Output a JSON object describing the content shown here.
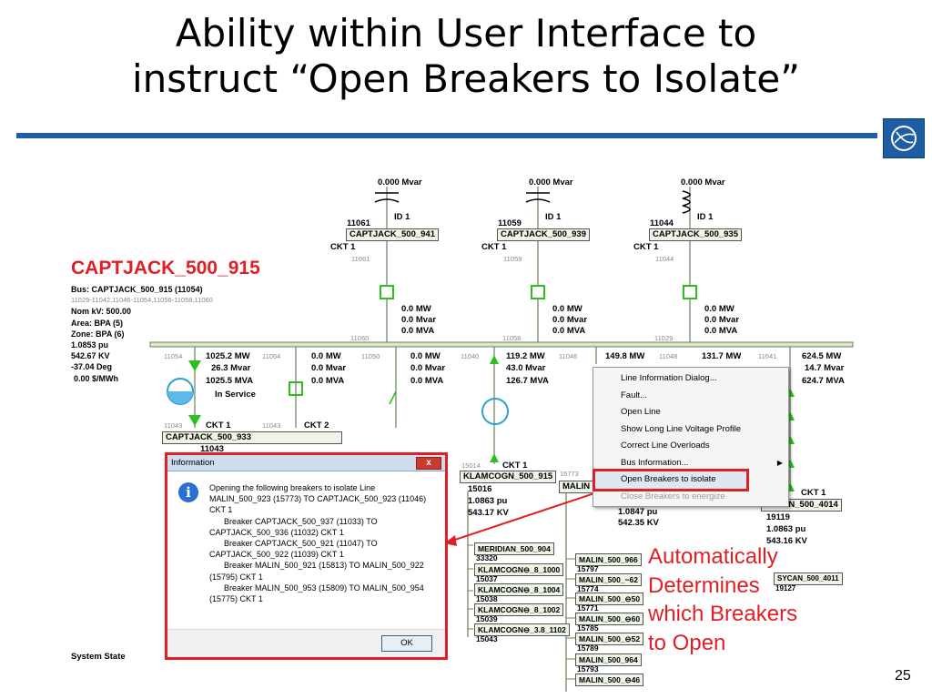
{
  "slide": {
    "title_line1": "Ability within User Interface to",
    "title_line2": "instruct “Open Breakers to Isolate”",
    "page_number": "25",
    "logo_icon": "globe-logo-icon",
    "accent_color": "#1f5fa8",
    "highlight_color": "#e01f24"
  },
  "bus_info": {
    "name": "CAPTJACK_500_915",
    "bus": "Bus: CAPTJACK_500_915 (11054)",
    "ranges": "11029-11042,11046-11054,11056-11058,11060",
    "nom_kv": "Nom kV: 500.00",
    "area": "Area: BPA (5)",
    "zone": "Zone: BPA (6)",
    "pu": "1.0853 pu",
    "kv": "542.67 KV",
    "deg": "-37.04 Deg",
    "mwh": "0.00 $/MWh"
  },
  "shunts": [
    {
      "mvar": "0.000 Mvar",
      "id": "ID 1",
      "bus_num": "11061",
      "bus_box": "CAPTJACK_500_941",
      "ckt": "CKT 1",
      "sub": "11061",
      "mw": "0.0 MW",
      "mvar2": "0.0 Mvar",
      "mva": "0.0 MVA",
      "icon": "capacitor-icon"
    },
    {
      "mvar": "0.000 Mvar",
      "id": "ID 1",
      "bus_num": "11059",
      "bus_box": "CAPTJACK_500_939",
      "ckt": "CKT 1",
      "sub": "11059",
      "mw": "0.0 MW",
      "mvar2": "0.0 Mvar",
      "mva": "0.0 MVA",
      "icon": "capacitor-icon"
    },
    {
      "mvar": "0.000 Mvar",
      "id": "ID 1",
      "bus_num": "11044",
      "bus_box": "CAPTJACK_500_935",
      "ckt": "CKT 1",
      "sub": "11044",
      "mw": "0.0 MW",
      "mvar2": "0.0 Mvar",
      "mva": "0.0 MVA",
      "icon": "reactor-icon"
    }
  ],
  "bus_numbers": [
    "11060",
    "11058",
    "11029"
  ],
  "branches": [
    {
      "num": "11054",
      "mw": "1025.2 MW",
      "mvar": "26.3 Mvar",
      "mva": "1025.5 MVA",
      "status": "In Service",
      "num2": "11054"
    },
    {
      "num": "",
      "mw": "0.0 MW",
      "mvar": "0.0 Mvar",
      "mva": "0.0 MVA",
      "num2": "11050"
    },
    {
      "num": "",
      "mw": "0.0 MW",
      "mvar": "0.0 Mvar",
      "mva": "0.0 MVA",
      "num2": "11040"
    },
    {
      "num": "",
      "mw": "119.2 MW",
      "mvar": "43.0 Mvar",
      "mva": "126.7 MVA",
      "num2": "11046"
    },
    {
      "num": "",
      "mw": "149.8 MW",
      "mvar": "",
      "mva": "",
      "num2": "11048"
    },
    {
      "num": "",
      "mw": "131.7 MW",
      "mvar": "",
      "mva": "",
      "num2": "11041"
    },
    {
      "num": "",
      "mw": "624.5 MW",
      "mvar": "14.7 Mvar",
      "mva": "624.7 MVA",
      "num2": ""
    }
  ],
  "lower": {
    "ckt1_a": "CKT 1",
    "ckt2": "CKT 2",
    "num_11043": "11043",
    "num_11043b": "11043",
    "captjack_933": "CAPTJACK_500_933",
    "num_11043c": "11043",
    "num_15014": "15014",
    "ckt1_b": "CKT 1",
    "klamcogn_915": "KLAMCOGN_500_915",
    "klam_num": "15016",
    "klam_pu": "1.0863 pu",
    "klam_kv": "543.17 KV",
    "num_15773": "15773",
    "malin_box": "MALIN",
    "malin_pu": "1.0847 pu",
    "malin_kv": "542.35 KV",
    "ckt1_c": "CKT 1",
    "sycan": "SYCAN_500_4014",
    "sycan_num": "19119",
    "sycan_pu": "1.0863 pu",
    "sycan_kv": "543.16 KV",
    "sycan_4011": "SYCAN_500_4011",
    "sycan_4011_num": "19127",
    "system_state": "System State"
  },
  "left_list": [
    {
      "label": "MERIDIAN_500_904",
      "num": "33320"
    },
    {
      "label": "KLAMCOGN⊖_8_1000",
      "num": "15037"
    },
    {
      "label": "KLAMCOGN⊖_8_1004",
      "num": "15038"
    },
    {
      "label": "KLAMCOGN⊖_8_1002",
      "num": "15039"
    },
    {
      "label": "KLAMCOGN⊖_3.8_1102",
      "num": "15043"
    }
  ],
  "right_list": [
    {
      "label": "MALIN_500_966",
      "num": "15797"
    },
    {
      "label": "MALIN_500_−62",
      "num": "15774"
    },
    {
      "label": "MALIN_500_⊖50",
      "num": "15771"
    },
    {
      "label": "MALIN_500_⊖60",
      "num": "15785"
    },
    {
      "label": "MALIN_500_⊖52",
      "num": "15789"
    },
    {
      "label": "MALIN_500_964",
      "num": "15793"
    },
    {
      "label": "MALIN_500_⊖46",
      "num": ""
    }
  ],
  "dialog": {
    "title": "Information",
    "close_label": "x",
    "lines": [
      "Opening the following breakers to isolate Line",
      "MALIN_500_923 (15773)  TO  CAPTJACK_500_923 (11046)",
      "CKT 1",
      "Breaker CAPTJACK_500_937 (11033)  TO",
      "CAPTJACK_500_936 (11032) CKT 1",
      "Breaker CAPTJACK_500_921 (11047)  TO",
      "CAPTJACK_500_922 (11039) CKT 1",
      "Breaker MALIN_500_921 (15813)  TO  MALIN_500_922",
      "(15795) CKT 1",
      "Breaker MALIN_500_953 (15809)  TO  MALIN_500_954",
      "(15775) CKT 1"
    ],
    "ok_label": "OK"
  },
  "context_menu": {
    "items": [
      {
        "label": "Line Information Dialog..."
      },
      {
        "label": "Fault..."
      },
      {
        "label": "Open Line"
      },
      {
        "label": "Show Long Line Voltage Profile"
      },
      {
        "label": "Correct Line Overloads"
      },
      {
        "label": "Bus Information..."
      },
      {
        "label": "Open Breakers to isolate"
      },
      {
        "label": "Close Breakers to energize"
      }
    ]
  },
  "callout": {
    "line1": "Automatically",
    "line2": "Determines",
    "line3": "which Breakers",
    "line4": "to Open"
  }
}
